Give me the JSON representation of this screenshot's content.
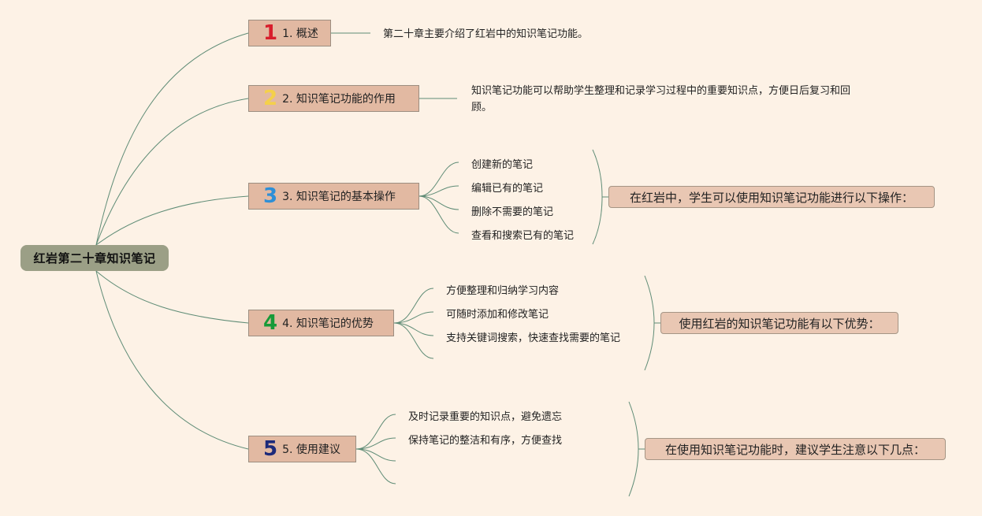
{
  "root": {
    "label": "红岩第二十章知识笔记"
  },
  "topics": [
    {
      "number": "1",
      "number_color": "#d81e2c",
      "label": "1. 概述"
    },
    {
      "number": "2",
      "number_color": "#f4d04a",
      "label": "2. 知识笔记功能的作用"
    },
    {
      "number": "3",
      "number_color": "#2e8fd6",
      "label": "3. 知识笔记的基本操作"
    },
    {
      "number": "4",
      "number_color": "#179a38",
      "label": "4. 知识笔记的优势"
    },
    {
      "number": "5",
      "number_color": "#1d2a7a",
      "label": "5. 使用建议"
    }
  ],
  "notes": {
    "t1": "第二十章主要介绍了红岩中的知识笔记功能。",
    "t2": "知识笔记功能可以帮助学生整理和记录学习过程中的重要知识点，方便日后复习和回顾。"
  },
  "subitems": {
    "t3": [
      "创建新的笔记",
      "编辑已有的笔记",
      "删除不需要的笔记",
      "查看和搜索已有的笔记"
    ],
    "t4": [
      "方便整理和归纳学习内容",
      "可随时添加和修改笔记",
      "支持关键词搜索，快速查找需要的笔记"
    ],
    "t5": [
      "及时记录重要的知识点，避免遗忘",
      "保持笔记的整洁和有序，方便查找"
    ]
  },
  "summaries": {
    "t3": "在红岩中，学生可以使用知识笔记功能进行以下操作：",
    "t4": "使用红岩的知识笔记功能有以下优势：",
    "t5": "在使用知识笔记功能时，建议学生注意以下几点："
  },
  "colors": {
    "background": "#fdf2e6",
    "root_fill": "#9b9f86",
    "topic_fill": "#e2b9a2",
    "summary_fill": "#e9c7b3",
    "line": "#5f8c76"
  }
}
